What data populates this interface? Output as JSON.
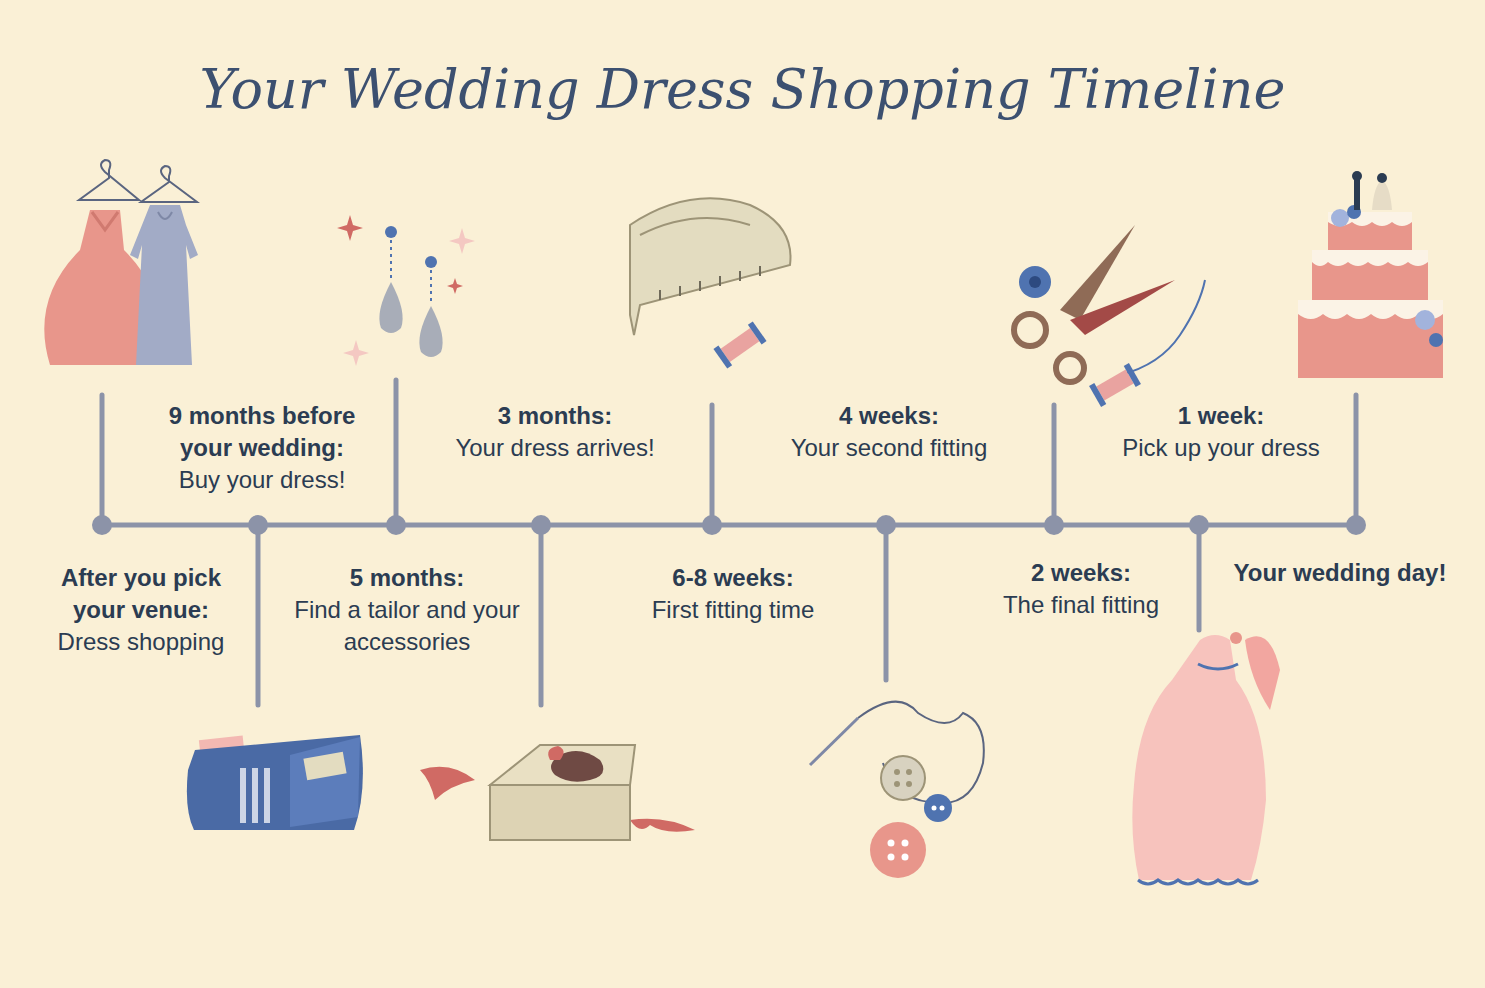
{
  "diagram": {
    "title": "Your Wedding Dress Shopping Timeline",
    "labels": [
      "After you pick your venue:",
      "Dress shopping",
      "9 months before your wedding:",
      "Buy your dress!",
      "5 months:",
      "Find a tailor and your accessories",
      "3 months:",
      "Your dress arrives!",
      "6-8 weeks:",
      "First fitting time",
      "4 weeks:",
      "Your second fitting",
      "2 weeks:",
      "The final fitting",
      "1 week:",
      "Pick up your dress",
      "Your wedding day!"
    ]
  }
}
